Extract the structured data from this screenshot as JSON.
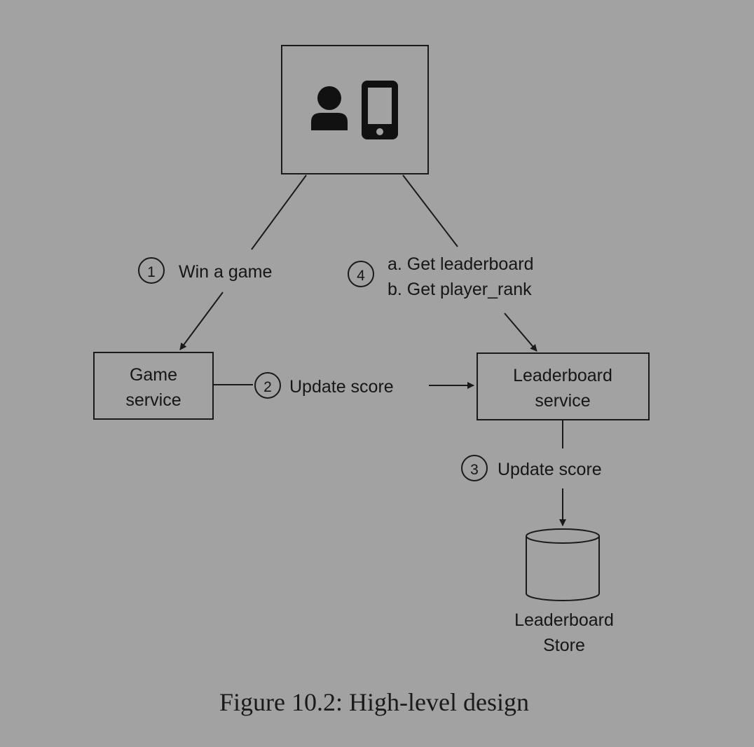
{
  "client": {
    "icons": [
      "user-icon",
      "smartphone-icon"
    ]
  },
  "game_service": {
    "line1": "Game",
    "line2": "service"
  },
  "leaderboard_service": {
    "line1": "Leaderboard",
    "line2": "service"
  },
  "leaderboard_store": {
    "line1": "Leaderboard",
    "line2": "Store"
  },
  "steps": {
    "s1": {
      "num": "1",
      "label": "Win a game"
    },
    "s2": {
      "num": "2",
      "label": "Update score"
    },
    "s3": {
      "num": "3",
      "label": "Update score"
    },
    "s4": {
      "num": "4",
      "line_a": "a. Get leaderboard",
      "line_b": "b. Get player_rank"
    }
  },
  "caption": "Figure 10.2: High-level design",
  "colors": {
    "background": "#a2a2a2",
    "ink": "#1a1a1a"
  }
}
